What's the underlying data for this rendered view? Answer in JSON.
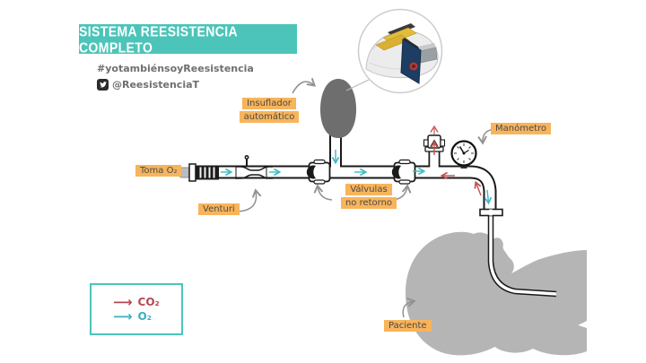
{
  "header": {
    "title": "SISTEMA REESISTENCIA COMPLETO",
    "hashtag": "#yotambiénsoyReesistencia",
    "twitter_handle": "@ReesistenciaT"
  },
  "labels": {
    "insuflador_line1": "Insuflador",
    "insuflador_line2": "automático",
    "toma_o2": "Toma O₂",
    "venturi": "Venturi",
    "valvulas_line1": "Válvulas",
    "valvulas_line2": "no retorno",
    "manometro": "Manómetro",
    "paciente": "Paciente"
  },
  "legend": {
    "arrow_glyph": "⟶",
    "co2_label": "CO₂",
    "o2_label": "O₂"
  },
  "icons": [
    "twitter-icon",
    "reservoir-bag",
    "oxygen-inlet-connector",
    "venturi-tube",
    "check-valve",
    "exhaust-valve",
    "pressure-gauge",
    "patient-silhouette",
    "device-3d-inset"
  ],
  "colors": {
    "banner_teal": "#4cc4b9",
    "highlight_orange": "#f8b45b",
    "co2_red": "#b5484f",
    "o2_teal": "#3aafc0",
    "flow_teal": "#3fb9c5",
    "flow_red": "#c2504f",
    "annotation_gray": "#919191",
    "silhouette_gray": "#b5b5b5",
    "bag_gray": "#6e6e6e",
    "tube_outline": "#1a1a1a"
  }
}
